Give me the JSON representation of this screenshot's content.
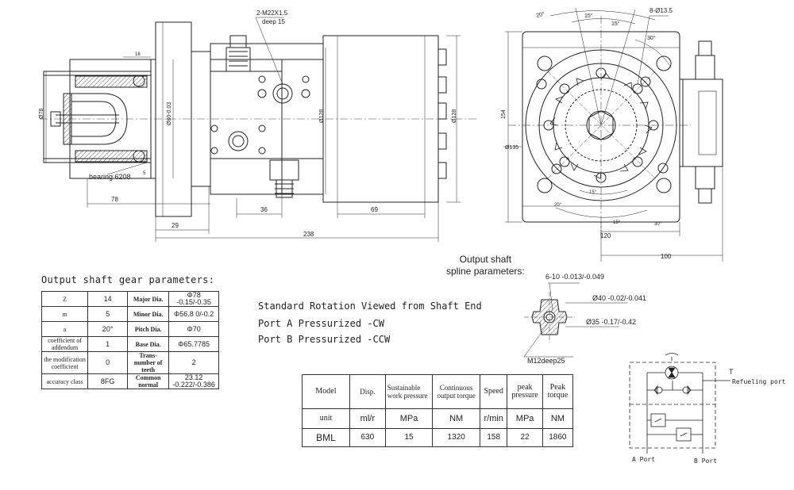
{
  "dimensions": {
    "thread_callout_1": "2-M22X1.5",
    "thread_callout_2": "deep 15",
    "bolt_pattern": "8-Ø13.5",
    "flange_width": "18",
    "shaft_dia": "Ø78",
    "pilot_dia": "Ø80-0.03",
    "body_dia": "Ø128",
    "bcd": "Ø135",
    "bearing": "bearing 6208",
    "chamfer": "5",
    "d78": "78",
    "d36": "36",
    "d69": "69",
    "d29": "29",
    "d238": "238",
    "d154": "154",
    "d120": "120",
    "d100": "100",
    "ang20": "20°",
    "ang15a": "15°",
    "ang15b": "15°",
    "ang30a": "30°",
    "ang15c": "15°",
    "ang20b": "20°",
    "ang15d": "15°",
    "ang30b": "30°"
  },
  "gear": {
    "title": "Output shaft gear parameters:",
    "rows": [
      {
        "p1": "Z",
        "v1": "14",
        "p2": "Major Dia.",
        "v2": "Φ78 -0.15/-0.35"
      },
      {
        "p1": "m",
        "v1": "5",
        "p2": "Minor Dia.",
        "v2": "Φ56.8 0/-0.2"
      },
      {
        "p1": "a",
        "v1": "20°",
        "p2": "Pitch Dia.",
        "v2": "Φ70"
      },
      {
        "p1": "coefficient of addendum",
        "v1": "1",
        "p2": "Base Dia.",
        "v2": "Φ65.7785"
      },
      {
        "p1": "the modification coefficient",
        "v1": "0",
        "p2": "Trans-number of teeth",
        "v2": "2"
      },
      {
        "p1": "accuracy class",
        "v1": "8FG",
        "p2": "Common normal",
        "v2": "23.12 -0.222/-0.386"
      }
    ]
  },
  "rotation": {
    "line1": "Standard Rotation Viewed from Shaft End",
    "line2": "Port A Pressurized -CW",
    "line3": "Port B Pressurized -CCW"
  },
  "spline": {
    "title1": "Output shaft",
    "title2": "spline parameters:",
    "callout_top": "6-10 -0.013/-0.049",
    "outer": "Ø40 -0.02/-0.041",
    "inner": "Ø35 -0.17/-0.42",
    "tap": "M12deep25"
  },
  "spec": {
    "headers": [
      "Model",
      "Disp.",
      "Sustainable work pressure",
      "Continuous output torque",
      "Speed",
      "peak pressure",
      "Peak torque"
    ],
    "units": [
      "unit",
      "ml/r",
      "MPa",
      "NM",
      "r/min",
      "MPa",
      "NM"
    ],
    "values": [
      "BML",
      "630",
      "15",
      "1320",
      "158",
      "22",
      "1860"
    ]
  },
  "hydraulic": {
    "port_t": "T",
    "refuel": "Refueling port",
    "port_a": "A Port",
    "port_b": "B Port"
  }
}
